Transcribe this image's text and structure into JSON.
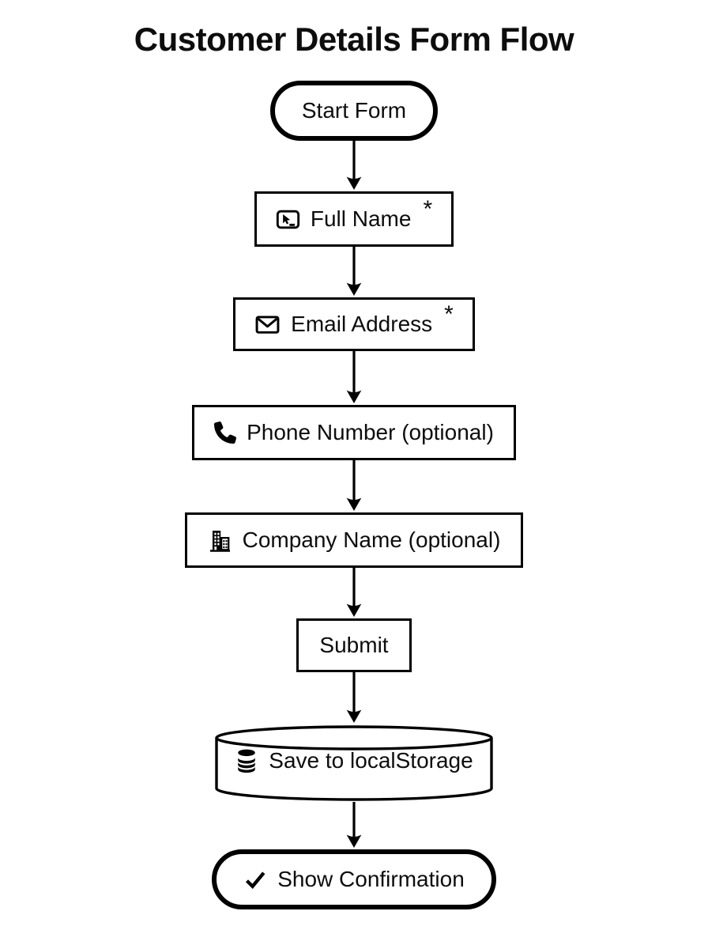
{
  "title": "Customer Details Form Flow",
  "colors": {
    "stroke": "#000000",
    "background": "#ffffff",
    "text": "#0d0d0d"
  },
  "nodes": [
    {
      "id": "start",
      "shape": "stadium",
      "label": "Start Form",
      "icon": ""
    },
    {
      "id": "full-name",
      "shape": "rect",
      "label": "Full Name",
      "icon": "input-cursor-icon",
      "required_marker": "*"
    },
    {
      "id": "email",
      "shape": "rect",
      "label": "Email Address",
      "icon": "envelope-icon",
      "required_marker": "*"
    },
    {
      "id": "phone",
      "shape": "rect",
      "label": "Phone Number (optional)",
      "icon": "phone-icon"
    },
    {
      "id": "company",
      "shape": "rect",
      "label": "Company Name (optional)",
      "icon": "buildings-icon"
    },
    {
      "id": "submit",
      "shape": "rect",
      "label": "Submit",
      "icon": ""
    },
    {
      "id": "save",
      "shape": "cylinder",
      "label": "Save to localStorage",
      "icon": "database-icon"
    },
    {
      "id": "confirmation",
      "shape": "stadium",
      "label": "Show Confirmation",
      "icon": "check-icon"
    }
  ]
}
